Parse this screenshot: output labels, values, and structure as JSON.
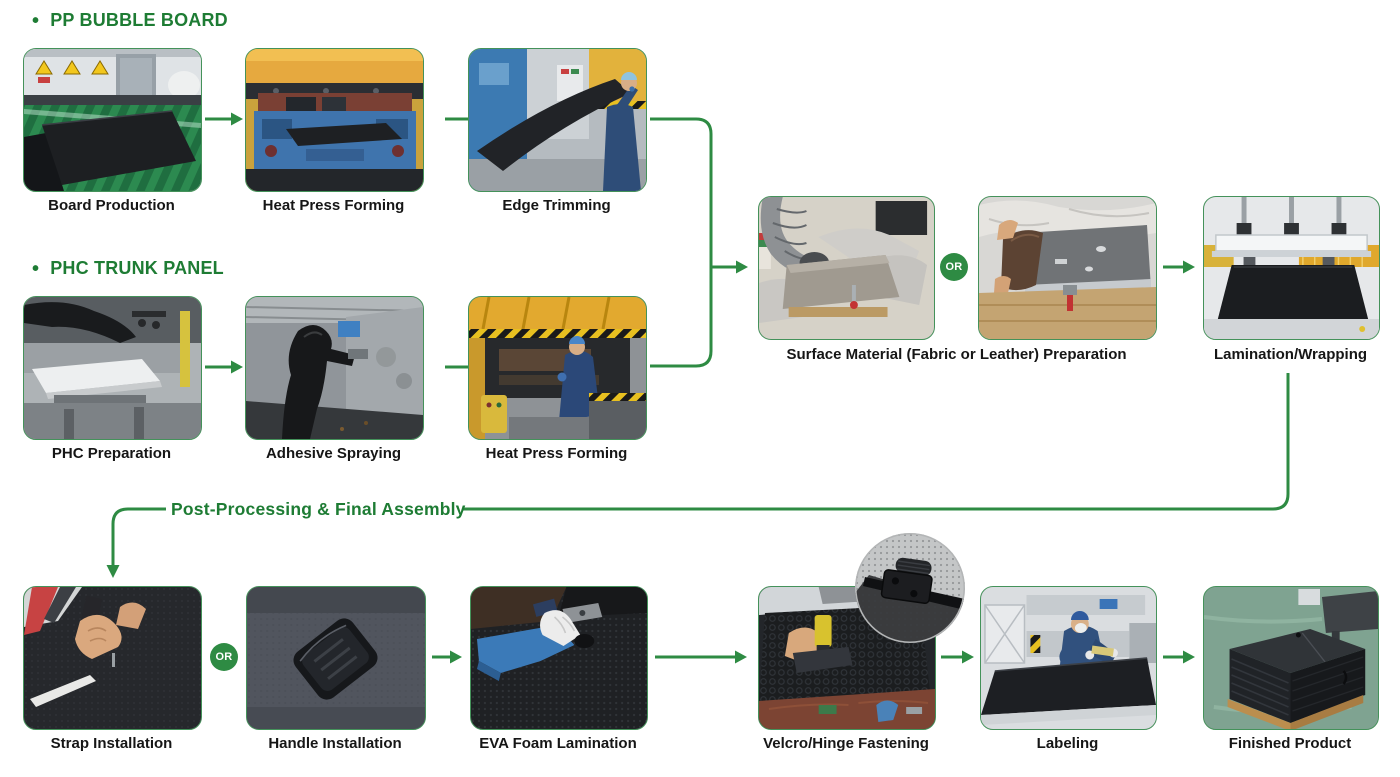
{
  "colors": {
    "flow_green": "#2e8b43",
    "heading_green": "#1e7c34",
    "caption_color": "#161616",
    "or_badge_bg": "#2e8b43",
    "photo_border": "#44925a"
  },
  "pp_section": {
    "title": "PP BUBBLE BOARD",
    "steps": [
      "Board Production",
      "Heat Press Forming",
      "Edge Trimming"
    ]
  },
  "phc_section": {
    "title": "PHC TRUNK PANEL",
    "steps": [
      "PHC Preparation",
      "Adhesive Spraying",
      "Heat Press Forming"
    ]
  },
  "merge_section": {
    "or_label": "OR",
    "surface_caption": "Surface Material (Fabric or Leather) Preparation",
    "lamination_caption": "Lamination/Wrapping"
  },
  "final_section": {
    "title": "Post-Processing & Final Assembly",
    "or_label": "OR",
    "steps": [
      "Strap Installation",
      "Handle Installation",
      "EVA Foam Lamination",
      "Velcro/Hinge Fastening",
      "Labeling",
      "Finished Product"
    ]
  }
}
